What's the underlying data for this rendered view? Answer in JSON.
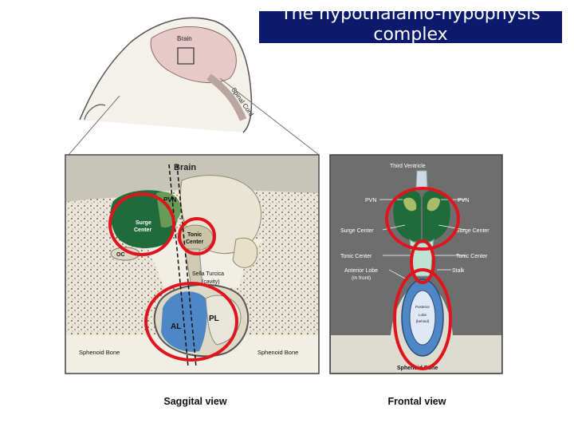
{
  "slide": {
    "title": "The hypothalamo-hypophysis complex"
  },
  "head_inset": {
    "brain_label": "Brain",
    "cord_label": "Spinal Cord"
  },
  "saggital": {
    "brain": "Brain",
    "pvn": "PVN",
    "surge_center": [
      "Surge",
      "Center"
    ],
    "tonic_center": [
      "Tonic",
      "Center"
    ],
    "oc": "OC",
    "sella_turcica": [
      "Sella Turcica",
      "(cavity)"
    ],
    "al": "AL",
    "pl": "PL",
    "sphenoid_left": "Sphenoid Bone",
    "sphenoid_right": "Sphenoid Bone",
    "caption": "Saggital view"
  },
  "frontal": {
    "third_ventricle": "Third Ventricle",
    "pvn_left": "PVN",
    "pvn_right": "PVN",
    "surge_left": "Surge Center",
    "surge_right": "Surge Center",
    "tonic_left": "Tonic Center",
    "tonic_right": "Tonic Center",
    "anterior_lobe": [
      "Anterior Lobe",
      "(in front)"
    ],
    "stalk": "Stalk",
    "posterior_lobe": [
      "Posterior",
      "Lobe",
      "(behind)"
    ],
    "sphenoid": "Sphenoid Bone",
    "caption": "Frontal view"
  },
  "colors": {
    "title_bg": "#0c1a6e",
    "highlight": "#e0141e",
    "panel_bg": "#6e6e6e",
    "green": "#1f6b3a",
    "blue": "#4f86c6"
  }
}
